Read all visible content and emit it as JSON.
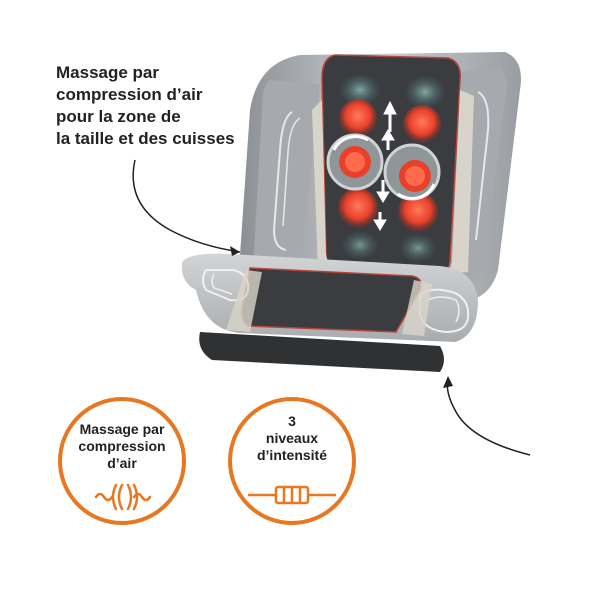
{
  "caption": {
    "lines": [
      "Massage par",
      "compression d’air",
      "pour la zone de",
      "la taille et des cuisses"
    ]
  },
  "badges": [
    {
      "lines": [
        "Massage par",
        "compression",
        "d’air"
      ],
      "icon": "air-compression-icon"
    },
    {
      "lines": [
        "3",
        "niveaux",
        "d’intensité"
      ],
      "icon": "intensity-coil-icon"
    }
  ],
  "colors": {
    "accent": "#e87722",
    "seat_gray": "#b9bcbf",
    "seat_dark": "#3a3c3f",
    "massage_red": "#e8402a"
  }
}
